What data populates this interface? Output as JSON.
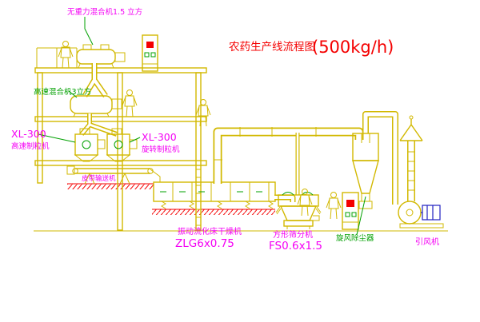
{
  "title": {
    "main": "农药生产线流程图",
    "capacity": "(500kg/h)"
  },
  "labels": {
    "top_mixer": "无重力混合机1.5 立方",
    "high_speed_mixer": "高速混合机3立方",
    "granulator_left_model": "XL-300",
    "granulator_left_name": "高速制粒机",
    "granulator_right_model": "XL-300",
    "granulator_right_name": "旋转制粒机",
    "belt_conveyor": "皮带输送机",
    "dryer_name": "振动流化床干燥机",
    "dryer_model": "ZLG6x0.75",
    "sieve_name": "方形筛分机",
    "sieve_model": "FS0.6x1.5",
    "dust_collector": "旋风除尘器",
    "induced_fan": "引风机"
  },
  "colors": {
    "cad_yellow": "#d2b800",
    "cad_green": "#00a000",
    "label_magenta": "#f400f4",
    "title_red": "#f40000",
    "motor_blue": "#2020c0",
    "background": "#ffffff"
  }
}
